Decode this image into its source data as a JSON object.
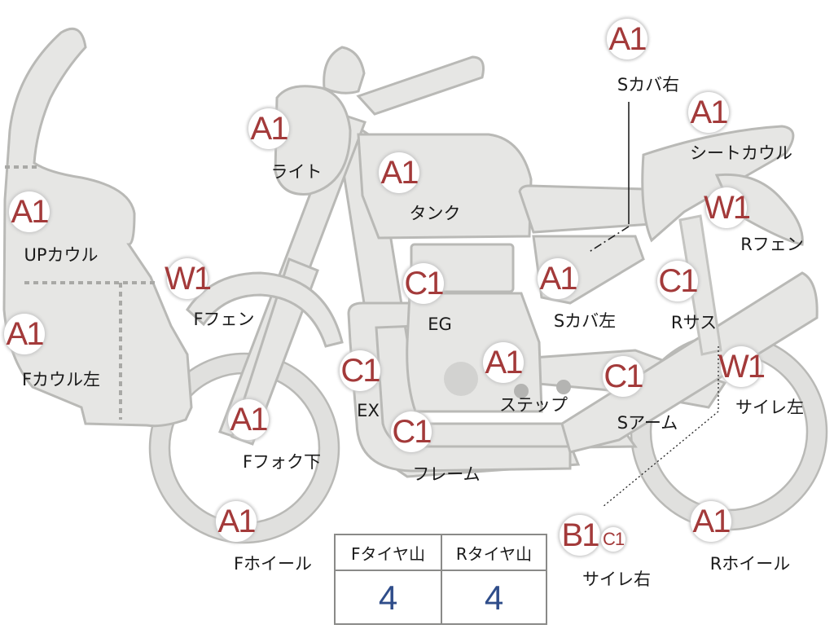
{
  "parts": [
    {
      "id": "up-cowl",
      "code": "A1",
      "name": "UPカウル"
    },
    {
      "id": "f-cowl-left",
      "code": "A1",
      "name": "Fカウル左"
    },
    {
      "id": "light",
      "code": "A1",
      "name": "ライト"
    },
    {
      "id": "tank",
      "code": "A1",
      "name": "タンク"
    },
    {
      "id": "f-fender",
      "code": "W1",
      "name": "Fフェン"
    },
    {
      "id": "engine",
      "code": "C1",
      "name": "EG"
    },
    {
      "id": "exhaust",
      "code": "C1",
      "name": "EX"
    },
    {
      "id": "f-fork-lower",
      "code": "A1",
      "name": "Fフォク下"
    },
    {
      "id": "frame",
      "code": "C1",
      "name": "フレーム"
    },
    {
      "id": "f-wheel",
      "code": "A1",
      "name": "Fホイール"
    },
    {
      "id": "step",
      "code": "A1",
      "name": "ステップ"
    },
    {
      "id": "side-cover-left",
      "code": "A1",
      "name": "Sカバ左"
    },
    {
      "id": "side-cover-right",
      "code": "A1",
      "name": "Sカバ右"
    },
    {
      "id": "seat-cowl",
      "code": "A1",
      "name": "シートカウル"
    },
    {
      "id": "r-fender",
      "code": "W1",
      "name": "Rフェン"
    },
    {
      "id": "r-suspension",
      "code": "C1",
      "name": "Rサス"
    },
    {
      "id": "swing-arm",
      "code": "C1",
      "name": "Sアーム"
    },
    {
      "id": "muffler-left",
      "code": "W1",
      "name": "サイレ左"
    },
    {
      "id": "muffler-right",
      "code": "B1",
      "name": "サイレ右",
      "secondary_code": "C1"
    },
    {
      "id": "r-wheel",
      "code": "A1",
      "name": "Rホイール"
    }
  ],
  "tire_table": {
    "front_header": "Fタイヤ山",
    "rear_header": "Rタイヤ山",
    "front_value": "4",
    "rear_value": "4"
  },
  "colors": {
    "code_text": "#a33a3a",
    "part_fill": "#e6e6e4",
    "table_value": "#2f4d8a"
  }
}
